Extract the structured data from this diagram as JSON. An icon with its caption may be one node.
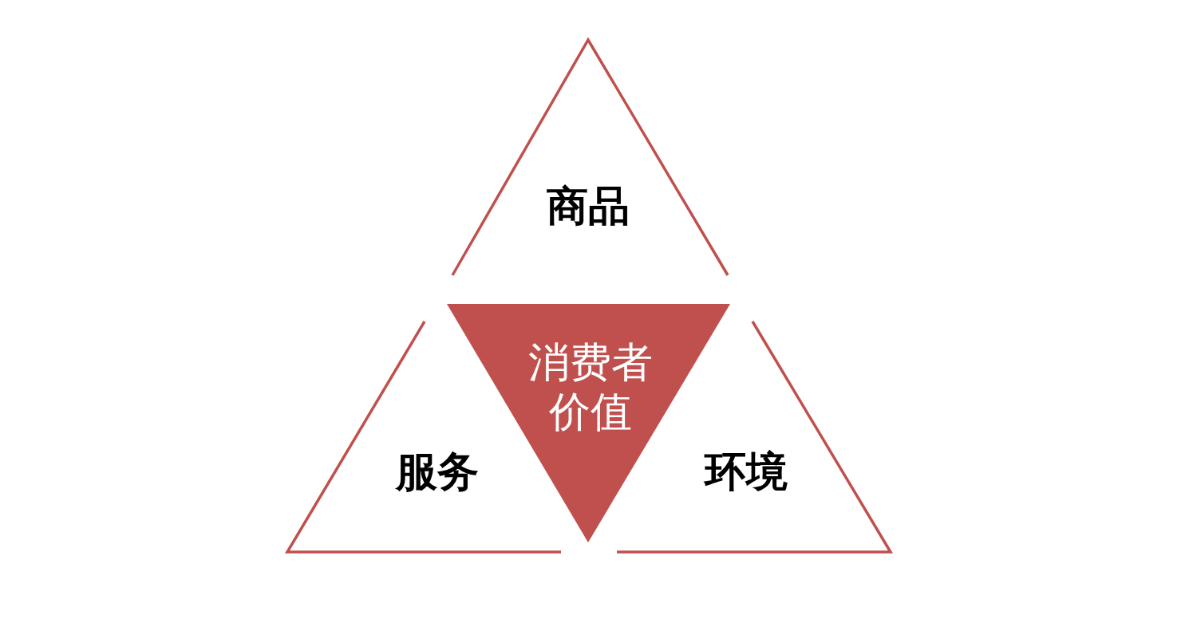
{
  "diagram": {
    "nodes": [
      {
        "text": [
          "商品"
        ]
      },
      {
        "text": [
          "消费者价值"
        ]
      },
      {
        "text": [
          "服务"
        ]
      },
      {
        "text": [
          "环境"
        ]
      }
    ],
    "edges": []
  }
}
